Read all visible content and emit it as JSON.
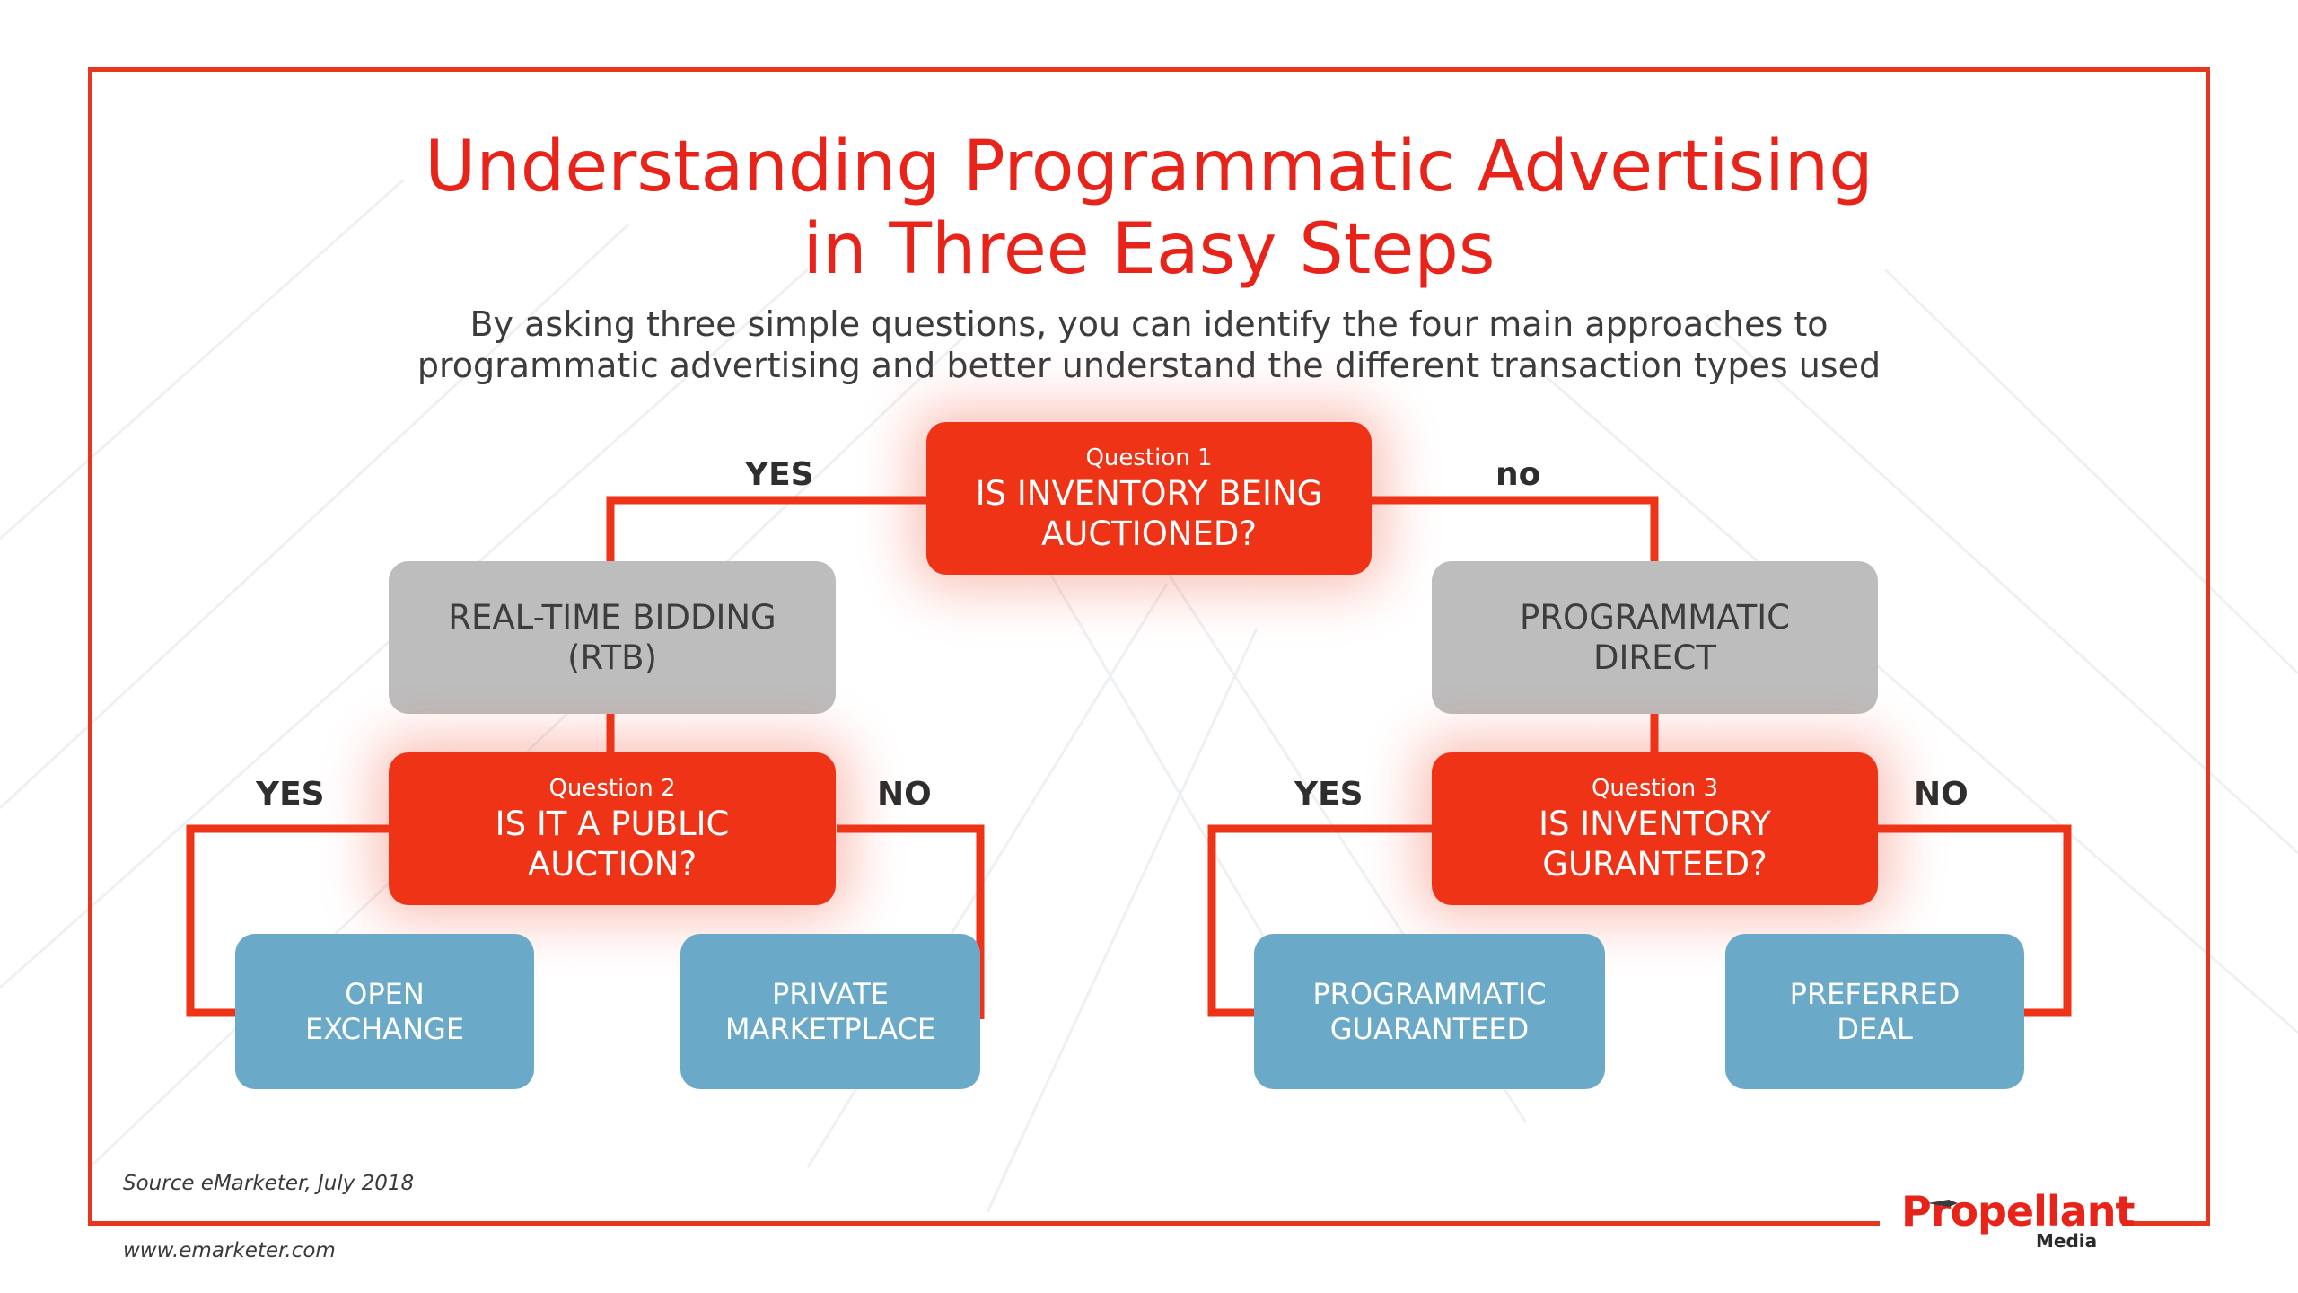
{
  "title": {
    "line1": "Understanding Programmatic Advertising",
    "line2": "in Three Easy Steps"
  },
  "subtitle": {
    "line1": "By asking three simple questions, you can identify the four main approaches to",
    "line2": "programmatic advertising and better understand the different transaction types used"
  },
  "questions": {
    "q1": {
      "label": "Question 1",
      "line1": "IS INVENTORY BEING",
      "line2": "AUCTIONED?"
    },
    "q2": {
      "label": "Question 2",
      "line1": "IS IT A PUBLIC",
      "line2": "AUCTION?"
    },
    "q3": {
      "label": "Question 3",
      "line1": "IS INVENTORY",
      "line2": "GURANTEED?"
    }
  },
  "categories": {
    "rtb": {
      "line1": "REAL-TIME BIDDING",
      "line2": "(RTB)"
    },
    "direct": {
      "line1": "PROGRAMMATIC",
      "line2": "DIRECT"
    }
  },
  "outcomes": {
    "open_exchange": {
      "line1": "OPEN",
      "line2": "EXCHANGE"
    },
    "private_marketplace": {
      "line1": "PRIVATE",
      "line2": "MARKETPLACE"
    },
    "programmatic_guaranteed": {
      "line1": "PROGRAMMATIC",
      "line2": "GUARANTEED"
    },
    "preferred_deal": {
      "line1": "PREFERRED",
      "line2": "DEAL"
    }
  },
  "edge_labels": {
    "q1_yes": "YES",
    "q1_no": "no",
    "q2_yes": "YES",
    "q2_no": "NO",
    "q3_yes": "YES",
    "q3_no": "NO"
  },
  "footer": {
    "source": "Source eMarketer, July 2018",
    "url": "www.emarketer.com",
    "logo": "Propellant",
    "logo_sub": "Media"
  },
  "colors": {
    "accent_red": "#ee3317",
    "frame_red": "#e8351e",
    "category_gray": "#bdbdbd",
    "outcome_blue": "#6aaac8"
  }
}
